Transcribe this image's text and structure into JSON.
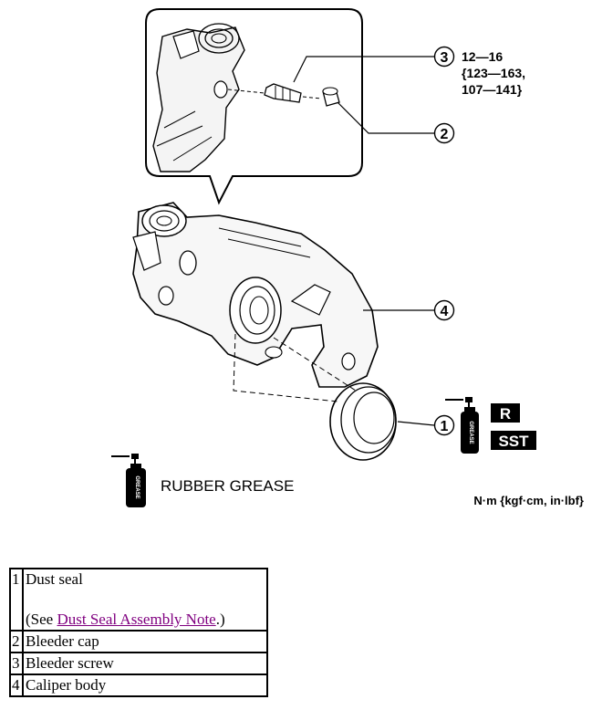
{
  "figure": {
    "callouts": [
      "1",
      "2",
      "3",
      "4"
    ],
    "torque_lines": [
      "12—16",
      "{123—163,",
      "107—141}"
    ],
    "badge_r": "R",
    "badge_sst": "SST",
    "grease_label": "RUBBER GREASE",
    "can_label": "GREASE",
    "units": "N·m {kgf·cm, in·lbf}"
  },
  "parts_table": {
    "rows": [
      {
        "num": "1",
        "desc": "Dust seal",
        "note_prefix": "(See ",
        "note_link": "Dust Seal Assembly Note",
        "note_suffix": ".)"
      },
      {
        "num": "2",
        "desc": "Bleeder cap"
      },
      {
        "num": "3",
        "desc": "Bleeder screw"
      },
      {
        "num": "4",
        "desc": "Caliper body"
      }
    ]
  }
}
